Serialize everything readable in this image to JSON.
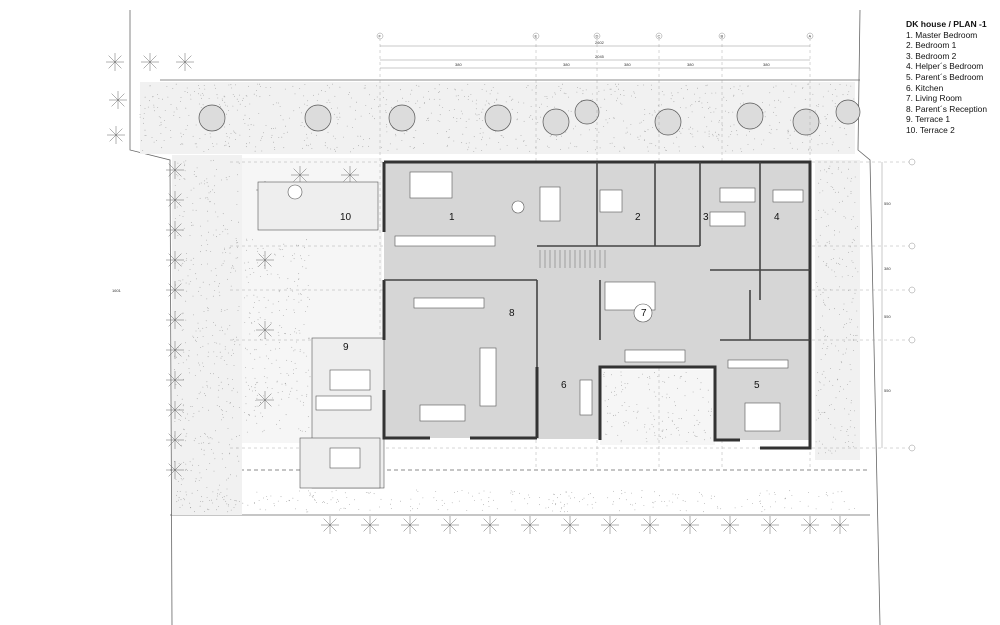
{
  "legend": {
    "title": "DK house / PLAN -1",
    "items": [
      "1. Master Bedroom",
      "2. Bedroom 1",
      "3. Bedroom 2",
      "4. Helper´s Bedroom",
      "5. Parent´s Bedroom",
      "6. Kitchen",
      "7. Living Room",
      "8. Parent´s Reception",
      "9. Terrace 1",
      "10. Terrace 2"
    ]
  },
  "room_numbers": [
    "1",
    "2",
    "3",
    "4",
    "5",
    "6",
    "7",
    "8",
    "9",
    "10"
  ],
  "grid_letters": [
    "F",
    "E",
    "D",
    "C",
    "B",
    "A"
  ],
  "dimensions": {
    "overall_top": "2602",
    "inner_top": "2045",
    "top_segments": [
      "380",
      "380",
      "380",
      "380",
      "380"
    ],
    "left_side": "1601",
    "right_segments": [
      "550",
      "380",
      "550",
      "550"
    ]
  },
  "colors": {
    "floor": "#d6d6d6",
    "wall": "#3a3a3a",
    "line": "#555555",
    "gravel": "#9a9a9a"
  }
}
